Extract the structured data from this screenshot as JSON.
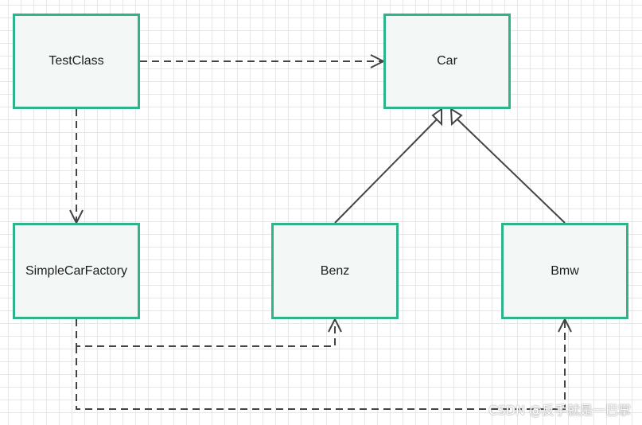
{
  "diagram": {
    "nodes": {
      "testclass": "TestClass",
      "car": "Car",
      "factory": "SimpleCarFactory",
      "benz": "Benz",
      "bmw": "Bmw"
    },
    "relations": [
      {
        "from": "testclass",
        "to": "car",
        "kind": "dependency"
      },
      {
        "from": "testclass",
        "to": "factory",
        "kind": "dependency"
      },
      {
        "from": "factory",
        "to": "benz",
        "kind": "dependency"
      },
      {
        "from": "factory",
        "to": "bmw",
        "kind": "dependency"
      },
      {
        "from": "benz",
        "to": "car",
        "kind": "generalization"
      },
      {
        "from": "bmw",
        "to": "car",
        "kind": "generalization"
      }
    ],
    "colors": {
      "node_border": "#2eb38a",
      "node_fill": "#f3f7f5",
      "connector": "#444444"
    }
  },
  "watermark": "CSDN @反手就是一巴掌"
}
